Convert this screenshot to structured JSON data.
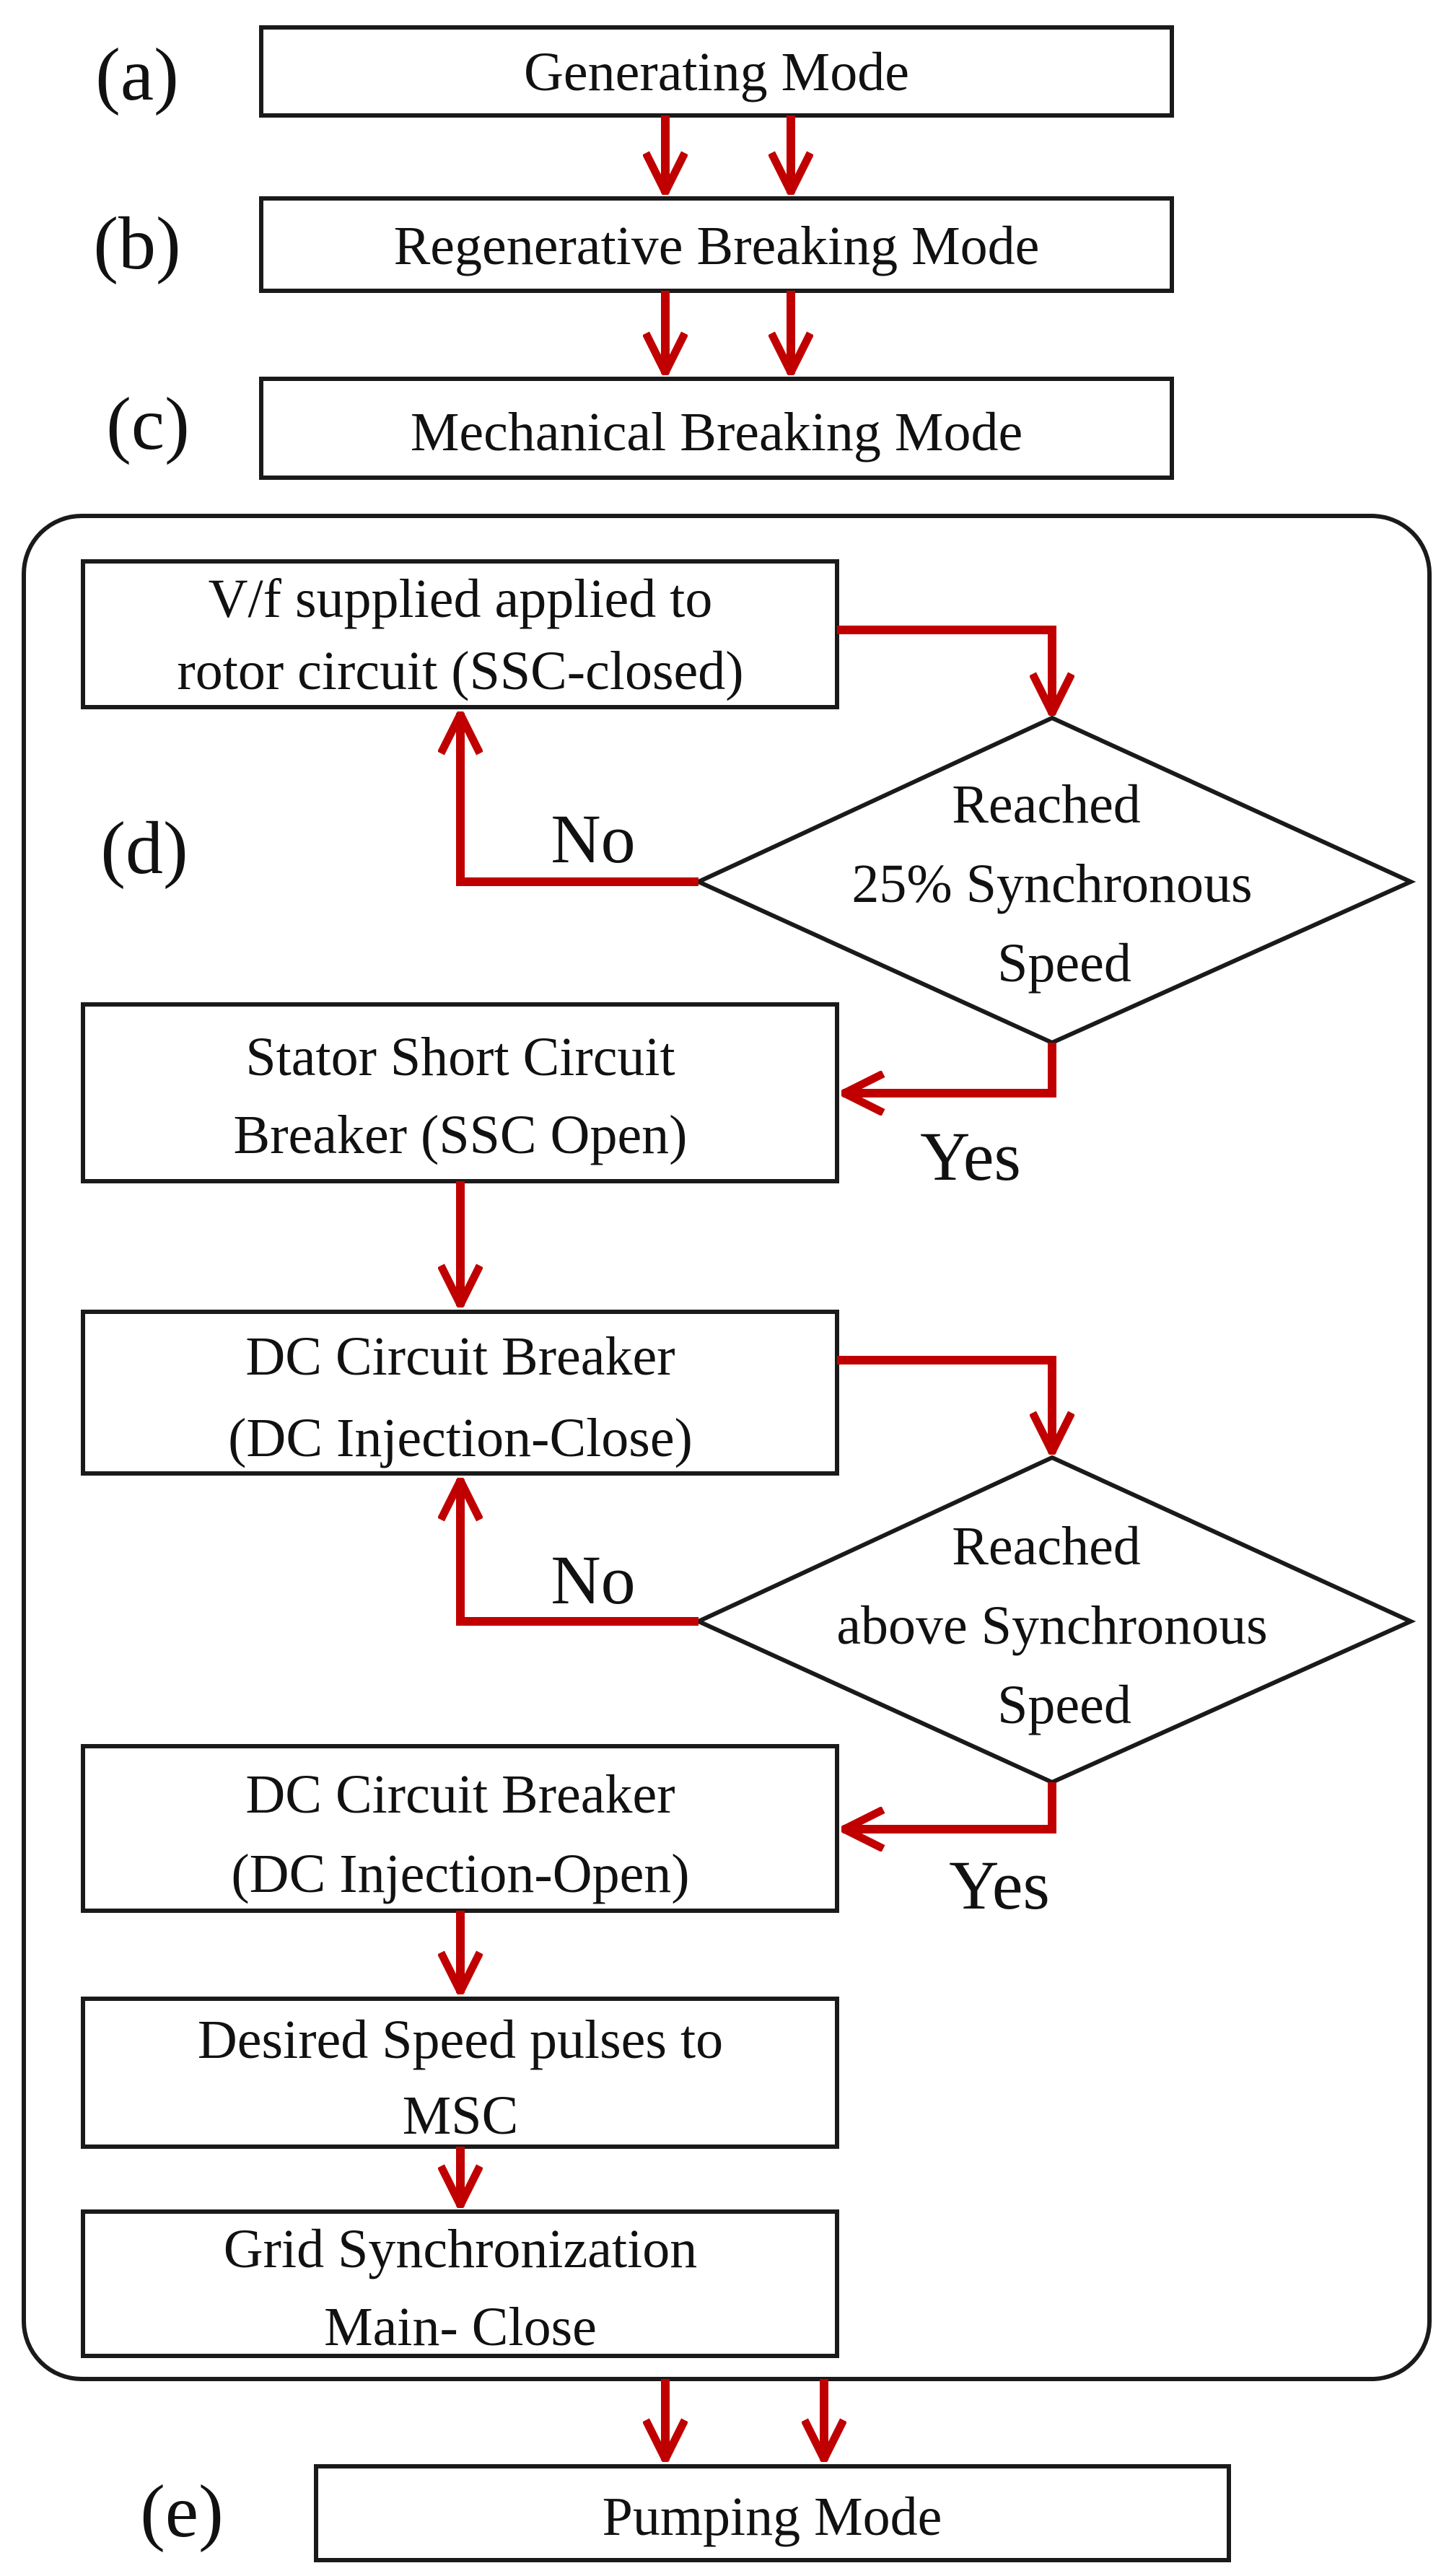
{
  "colors": {
    "arrow": "#c00000",
    "outline": "#1a1a1a",
    "text": "#111111",
    "background": "#ffffff"
  },
  "labels": {
    "a": "(a)",
    "b": "(b)",
    "c": "(c)",
    "d": "(d)",
    "e": "(e)"
  },
  "modes": {
    "generating": "Generating Mode",
    "regenerative": "Regenerative Breaking Mode",
    "mechanical": "Mechanical Breaking Mode",
    "pumping": "Pumping Mode"
  },
  "steps": {
    "vf_supply": [
      "V/f supplied applied to",
      "rotor circuit (SSC-closed)"
    ],
    "decision_25": [
      "Reached",
      "25% Synchronous",
      "Speed"
    ],
    "stator_short": [
      "Stator Short Circuit",
      "Breaker (SSC Open)"
    ],
    "dc_close": [
      "DC Circuit Breaker",
      "(DC Injection-Close)"
    ],
    "decision_above": [
      "Reached",
      "above Synchronous",
      "Speed"
    ],
    "dc_open": [
      "DC Circuit Breaker",
      "(DC Injection-Open)"
    ],
    "desired_speed": [
      "Desired Speed pulses to",
      "MSC"
    ],
    "grid_sync": [
      "Grid Synchronization",
      "Main- Close"
    ]
  },
  "branches": {
    "no_1": "No",
    "yes_1": "Yes",
    "no_2": "No",
    "yes_2": "Yes"
  }
}
